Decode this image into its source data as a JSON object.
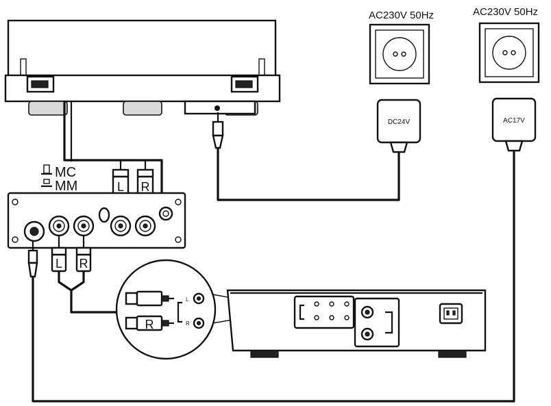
{
  "outlets": [
    {
      "label": "AC230V 50Hz",
      "adapter_label": "DC24V"
    },
    {
      "label": "AC230V 50Hz",
      "adapter_label": "AC17V"
    }
  ],
  "preamp": {
    "switch_mc": "MC",
    "switch_mm": "MM"
  },
  "plug_labels": {
    "left": "L",
    "right": "R"
  },
  "zoom_jack_labels": {
    "left": "L",
    "right": "R"
  }
}
